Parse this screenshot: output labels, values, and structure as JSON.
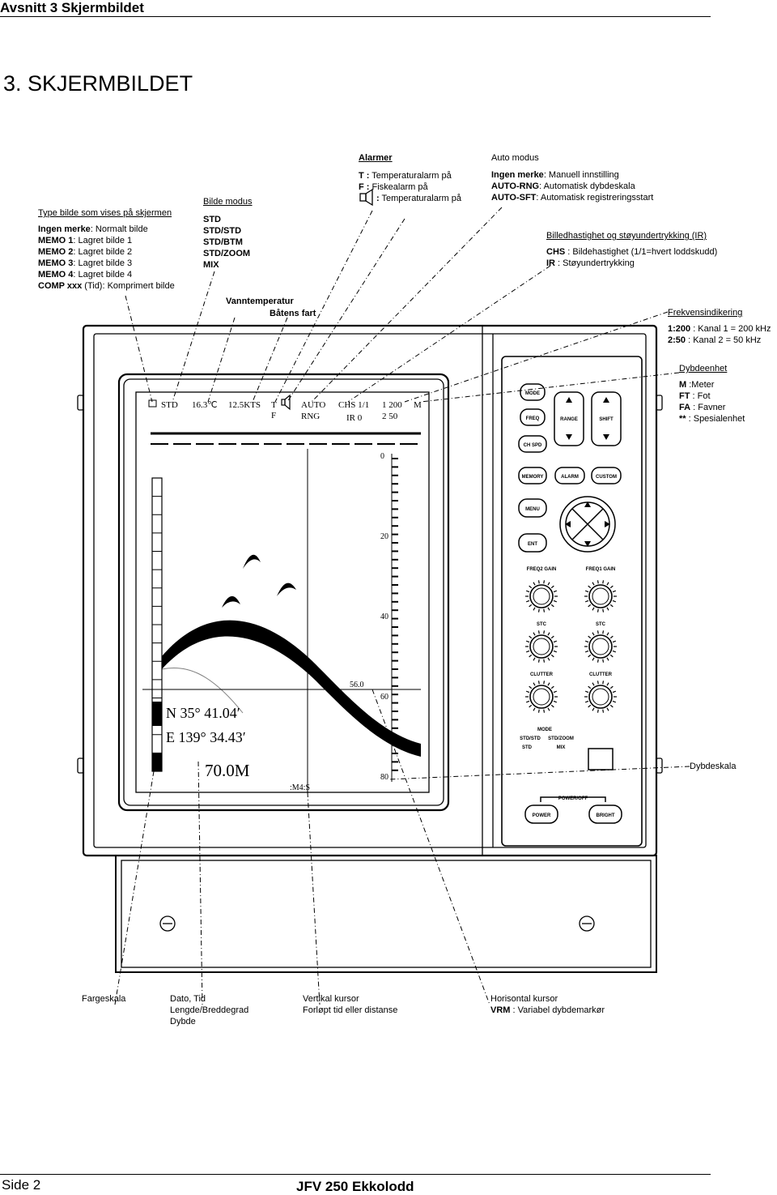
{
  "header": {
    "section": "Avsnitt 3  Skjermbildet"
  },
  "title": "3.    SKJERMBILDET",
  "type_block": {
    "heading": "Type bilde som vises på skjermen",
    "items": [
      {
        "key": "Ingen merke",
        "text": ": Normalt bilde"
      },
      {
        "key": "MEMO 1",
        "text": ": Lagret bilde 1"
      },
      {
        "key": "MEMO 2",
        "text": ": Lagret bilde 2"
      },
      {
        "key": "MEMO 3",
        "text": ": Lagret bilde 3"
      },
      {
        "key": "MEMO 4",
        "text": ": Lagret bilde 4"
      },
      {
        "key": "COMP xxx",
        "text": " (Tid): Komprimert bilde"
      }
    ]
  },
  "mode_block": {
    "heading": "Bilde modus",
    "items": [
      "STD",
      "STD/STD",
      "STD/BTM",
      "STD/ZOOM",
      "MIX"
    ]
  },
  "water_block": {
    "line1": "Vanntemperatur",
    "line2": "Båtens fart"
  },
  "alarm_block": {
    "heading": "Alarmer",
    "items": [
      {
        "key": "T :",
        "text": " Temperaturalarm på"
      },
      {
        "key": "F :",
        "text": " Fiskealarm på"
      },
      {
        "key": ":",
        "text": " Temperaturalarm på"
      }
    ]
  },
  "auto_block": {
    "heading": "Auto modus",
    "items": [
      {
        "key": "Ingen merke",
        "text": ": Manuell innstilling"
      },
      {
        "key": "AUTO-RNG",
        "text": ": Automatisk dybdeskala"
      },
      {
        "key": "AUTO-SFT",
        "text": ": Automatisk registreringsstart"
      }
    ]
  },
  "speed_block": {
    "heading": "Billedhastighet og støyundertrykking (IR)",
    "items": [
      {
        "key": "CHS",
        "text": " : Bildehastighet (1/1=hvert loddskudd)"
      },
      {
        "key": "IR",
        "text": " : Støyundertrykking"
      }
    ]
  },
  "freq_block": {
    "heading": "Frekvensindikering",
    "items": [
      {
        "key": "1:200",
        "text": " : Kanal 1 = 200 kHz"
      },
      {
        "key": "2:50",
        "text": " : Kanal 2 = 50 kHz"
      }
    ]
  },
  "depth_unit_block": {
    "heading": "Dybdeenhet",
    "items": [
      {
        "key": "M",
        "text": " :Meter"
      },
      {
        "key": "FT",
        "text": " : Fot"
      },
      {
        "key": "FA",
        "text": " : Favner"
      },
      {
        "key": "**",
        "text": "  : Spesialenhet"
      }
    ]
  },
  "depth_scale_label": "Dybdeskala",
  "bottom_labels": {
    "fargeskala": "Fargeskala",
    "dato": [
      "Dato, Tid",
      "Lengde/Breddegrad",
      "Dybde"
    ],
    "vertikal": [
      "Vertikal kursor",
      "Forløpt tid eller distanse"
    ],
    "horisontal": {
      "line1": "Horisontal kursor",
      "key": "VRM",
      "text": " : Variabel dybdemarkør"
    }
  },
  "screen": {
    "status": {
      "std": "STD",
      "temp": "16.3℃",
      "speed": "12.5KTS",
      "t": "T",
      "f": "F",
      "auto": "AUTO",
      "rng": "RNG",
      "chs": "CHS  1/1",
      "ir": "IR   0",
      "freq1": "1   200",
      "freq2": "2   50",
      "unit": "M"
    },
    "depth_ticks": [
      "0",
      "20",
      "40",
      "60",
      "80"
    ],
    "vrm": "56.0",
    "lat": "N  35°  41.04′",
    "lon": "E 139°  34.43′",
    "depth": "70.0M",
    "time": ":M4:S"
  },
  "panel": {
    "mode": "MODE",
    "freq": "FREQ",
    "range": "RANGE",
    "shift": "SHIFT",
    "chspd": "CH SPD",
    "memory": "MEMORY",
    "alarm": "ALARM",
    "custom": "CUSTOM",
    "menu": "MENU",
    "ent": "ENT",
    "freq2gain": "FREQ2 GAIN",
    "freq1gain": "FREQ1 GAIN",
    "stc": "STC",
    "clutter": "CLUTTER",
    "mode_sw": "MODE",
    "std_std": "STD/STD",
    "std_zoom": "STD/ZOOM",
    "std": "STD",
    "mix": "MIX",
    "power_off": "POWER/OFF",
    "power": "POWER",
    "bright": "BRIGHT"
  },
  "footer": {
    "page": "Side 2",
    "product": "JFV 250 Ekkolodd"
  }
}
